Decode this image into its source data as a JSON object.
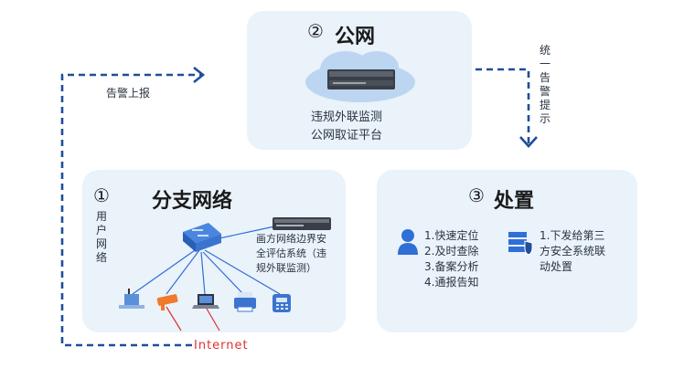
{
  "public": {
    "num": "②",
    "title": "公网",
    "line1": "违规外联监测",
    "line2": "公网取证平台"
  },
  "branch": {
    "num": "①",
    "title": "分支网络",
    "side_label": [
      "用",
      "户",
      "网",
      "络"
    ],
    "device_label": [
      "画方网络边界安",
      "全评估系统（违",
      "规外联监测）"
    ]
  },
  "handle": {
    "num": "③",
    "title": "处置",
    "list1": [
      "1.快速定位",
      "2.及时查除",
      "3.备案分析",
      "4.通报告知"
    ],
    "list2": [
      "1.下发给第三",
      "方安全系统联",
      "动处置"
    ]
  },
  "arrows": {
    "report_label": "告警上报",
    "alert_label": [
      "统",
      "一",
      "告",
      "警",
      "提",
      "示"
    ]
  },
  "internet_label": "Internet",
  "icons": [
    "cloud-server-icon",
    "switch-icon",
    "rack-server-icon",
    "workstation-icon",
    "camera-icon",
    "laptop-icon",
    "printer-icon",
    "ip-phone-icon",
    "user-icon",
    "server-shield-icon"
  ],
  "colors": {
    "dashed_line": "#1f4e9a",
    "panel_bg": "#eaf2fa",
    "accent_blue": "#2f6fd6",
    "internet_red": "#e0302f",
    "cloud": "#bcd6f2"
  }
}
